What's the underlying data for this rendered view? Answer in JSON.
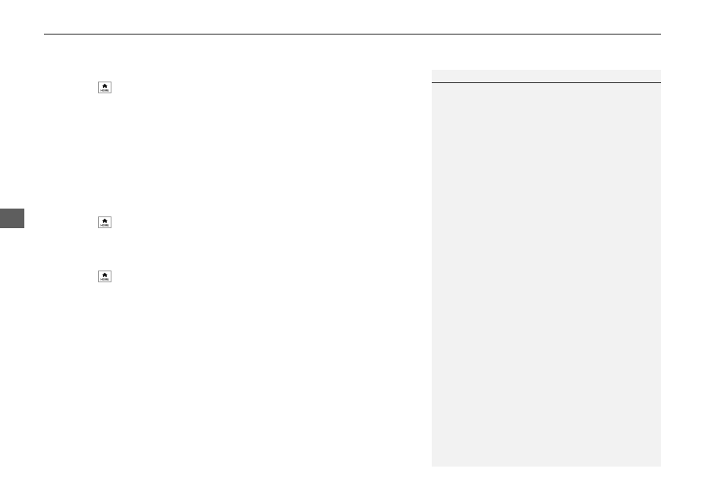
{
  "page": {
    "icons": [
      {
        "name": "home-icon",
        "label": "HOME"
      },
      {
        "name": "home-icon",
        "label": "HOME"
      },
      {
        "name": "home-icon",
        "label": "HOME"
      }
    ],
    "colors": {
      "rule": "#1a1a1a",
      "side_tab": "#5e5e5e",
      "side_panel": "#f2f2f2"
    }
  }
}
